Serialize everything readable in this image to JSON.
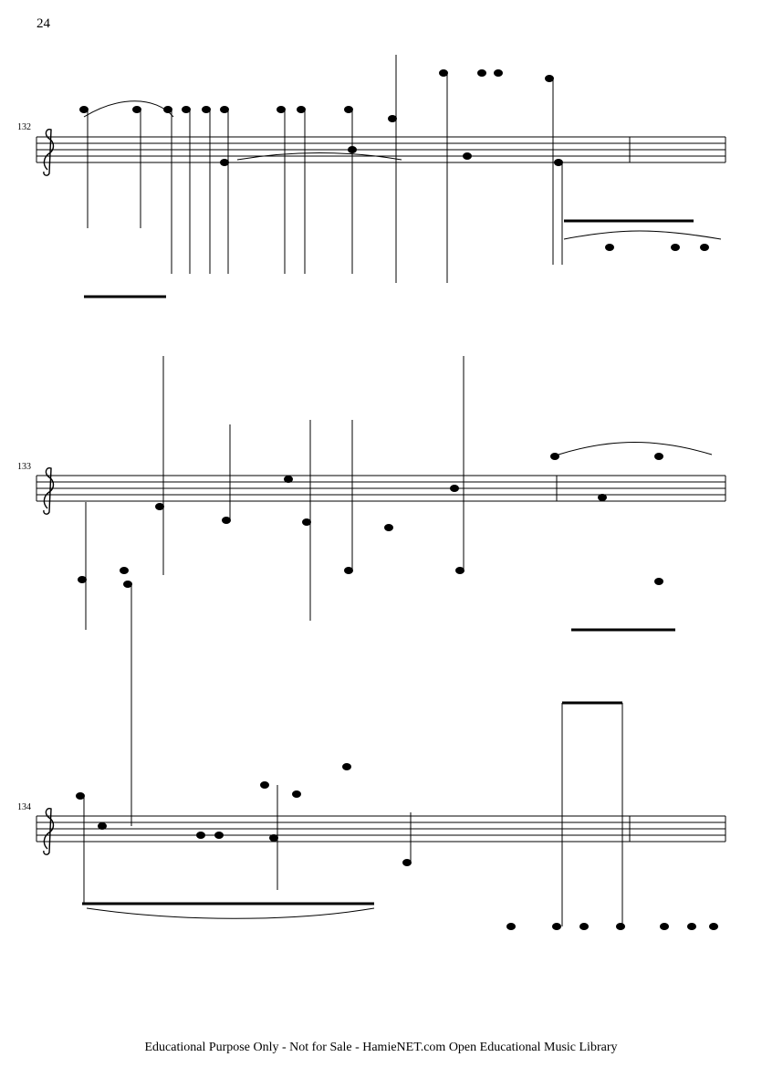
{
  "page": {
    "number": "24"
  },
  "systems": [
    {
      "measure": "132"
    },
    {
      "measure": "133"
    },
    {
      "measure": "134"
    }
  ],
  "footer": {
    "text": "Educational Purpose Only - Not for Sale - HamieNET.com Open Educational Music Library"
  }
}
